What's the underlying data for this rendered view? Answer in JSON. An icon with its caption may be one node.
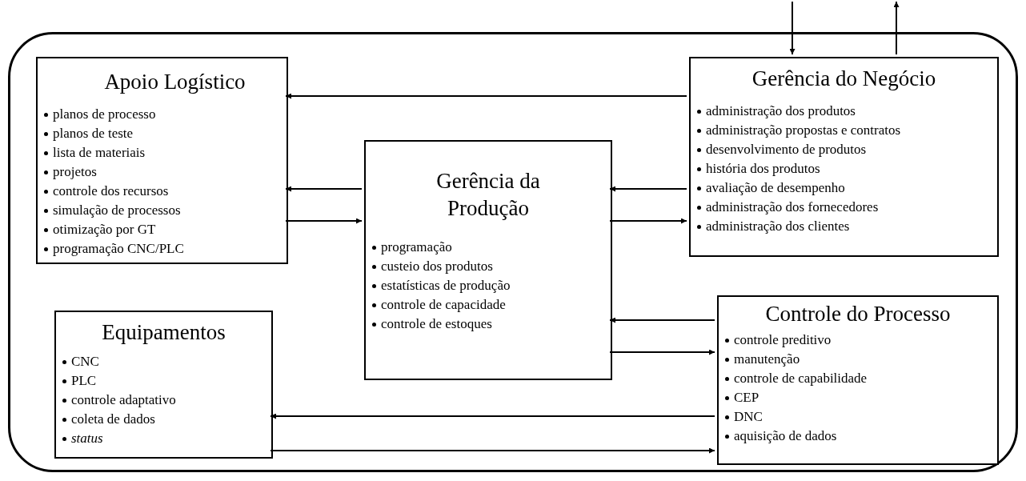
{
  "diagram": {
    "nodes": [
      {
        "text": [],
        "shape": "box"
      },
      {
        "text": [
          "Apoio Logístico",
          "planos de processo",
          "planos de teste",
          "lista de materiais",
          "projetos",
          "controle dos recursos",
          "simulação de processos",
          "otimização por GT",
          "programação CNC/PLC"
        ],
        "in": 0
      },
      {
        "text": [
          "Gerência do Negócio",
          "administração dos produtos",
          "administração propostas e contratos",
          "desenvolvimento de produtos",
          "história dos produtos",
          "avaliação de desempenho",
          "administração dos fornecedores",
          "administração dos clientes"
        ],
        "in": 0
      },
      {
        "text": [
          "Gerência da Produção",
          "programação",
          "custeio dos produtos",
          "estatísticas de produção",
          "controle de capacidade",
          "controle de estoques"
        ],
        "in": 0
      },
      {
        "text": [
          "Equipamentos",
          "CNC",
          "PLC",
          "controle adaptativo",
          "coleta de dados",
          "*status*"
        ],
        "in": 0
      },
      {
        "text": [
          "Controle do Processo",
          "controle preditivo",
          "manutenção",
          "controle de capabilidade",
          "CEP",
          "DNC",
          "aquisição de dados"
        ],
        "in": 0
      }
    ],
    "edges": [
      {
        "from": 2,
        "to": 1,
        "arrow": "to"
      },
      {
        "from": 3,
        "to": 1,
        "arrow": "to"
      },
      {
        "from": 1,
        "to": 3,
        "arrow": "to"
      },
      {
        "from": 2,
        "to": 3,
        "arrow": "to"
      },
      {
        "from": 3,
        "to": 2,
        "arrow": "to"
      },
      {
        "from": 5,
        "to": 3,
        "arrow": "to"
      },
      {
        "from": 3,
        "to": 5,
        "arrow": "to"
      },
      {
        "from": 5,
        "to": 4,
        "arrow": "to"
      },
      {
        "from": 4,
        "to": 5,
        "arrow": "to"
      },
      {
        "from": null,
        "to": 2,
        "arrow": "to"
      },
      {
        "from": 2,
        "to": null,
        "arrow": "to"
      }
    ]
  }
}
